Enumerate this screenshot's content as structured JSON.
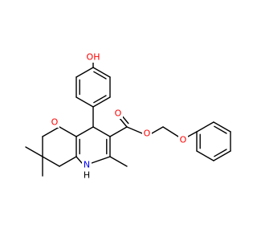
{
  "molecule": {
    "colors": {
      "bond": "#000000",
      "O": "#ff0000",
      "N": "#0000ff",
      "H": "#000000"
    },
    "labels": {
      "oh_top": "OH",
      "o_ketone": "O",
      "o_carbonyl": "O",
      "o_ester": "O",
      "o_ether": "O",
      "nh": "N",
      "nh_h": "H"
    }
  }
}
